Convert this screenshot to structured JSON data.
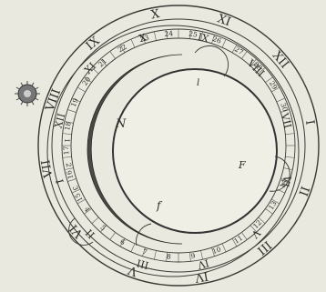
{
  "outer_ring": {
    "numerals": [
      "I",
      "II",
      "III",
      "IV",
      "V",
      "VI",
      "VII",
      "VIII",
      "IX",
      "X",
      "XI",
      "XII"
    ]
  },
  "middle_ring": {
    "numbers_top": [
      "30",
      "29",
      "28",
      "27",
      "26",
      "25",
      "24",
      "23",
      "22",
      "21",
      "20",
      "19",
      "18",
      "17",
      "16",
      "15"
    ],
    "numbers_bottom": [
      "14",
      "13",
      "12",
      "11",
      "10",
      "9",
      "8",
      "7",
      "6",
      "5",
      "4",
      "3",
      "2",
      "1"
    ]
  },
  "inner_ring": {
    "numerals": [
      "I",
      "II",
      "III",
      "IV",
      "V",
      "VI",
      "VII",
      "VIII",
      "IX",
      "X",
      "XI",
      "XII"
    ]
  },
  "labels": {
    "N": "N",
    "F": "F",
    "f": "f",
    "l": "l"
  },
  "colors": {
    "paper": "#e9e9df",
    "ink": "#3a3a36",
    "shadow": "#4a4a45"
  },
  "icons": {
    "sun": "sun-icon"
  }
}
